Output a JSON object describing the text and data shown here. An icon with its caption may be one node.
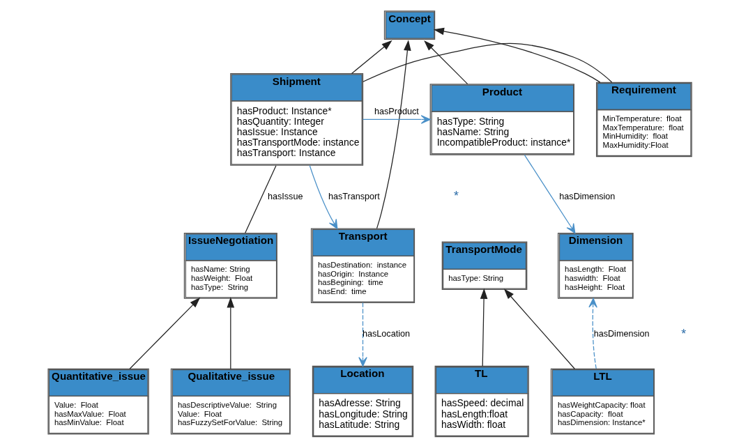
{
  "diagram": {
    "nodes": [
      {
        "text": [
          "Concept"
        ]
      },
      {
        "text": [
          "Product",
          "hasType: String",
          "hasName: String",
          "IncompatibleProduct: instance*"
        ]
      },
      {
        "text": [
          "Shipment",
          "hasProduct: Instance*",
          "hasQuantity: Integer",
          "hasIssue: Instance",
          "hasTransportMode: instance",
          "hasTransport: Instance"
        ]
      },
      {
        "text": [
          "Requirement",
          "MinTemperature:  float",
          "MaxTemperature:  float",
          "MinHumidity:  float",
          "MaxHumidity:Float"
        ]
      },
      {
        "text": [
          "Dimension",
          "hasLength:  Float",
          "haswidth:  Float",
          "hasHeight:  Float"
        ]
      },
      {
        "text": [
          "Transport",
          "hasDestination:  instance",
          "hasOrigin:  Instance",
          "hasBegining:  time",
          "hasEnd:  time"
        ]
      },
      {
        "text": [
          "IssueNegotiation",
          "hasName: String",
          "hasWeight:  Float",
          "hasType:  String"
        ]
      },
      {
        "text": [
          "TransportMode",
          "hasType: String"
        ]
      },
      {
        "text": [
          "LTL",
          "hasWeightCapacity: float",
          "hasCapacity:  float",
          "hasDimension: Instance*"
        ]
      },
      {
        "text": [
          "TL",
          "hasSpeed: decimal",
          "hasLength:float",
          "hasWidth: float"
        ]
      },
      {
        "text": [
          "Location",
          "hasAdresse: String",
          "hasLongitude: String",
          "hasLatitude: String"
        ]
      },
      {
        "text": [
          "Quantitative_issue",
          "Value:  Float",
          "hasMaxValue:  Float",
          "hasMinValue:  Float"
        ]
      },
      {
        "text": [
          "Qualitative_issue",
          "hasDescriptiveValue:  String",
          "Value:  Float",
          "hasFuzzySetForValue:  String"
        ]
      }
    ],
    "edges": [
      {
        "from": 1,
        "to": 0,
        "arrow": "to"
      },
      {
        "from": 5,
        "to": 0,
        "arrow": "to"
      },
      {
        "from": 2,
        "to": 0,
        "arrow": "to"
      },
      {
        "from": 3,
        "to": 0,
        "arrow": "to"
      },
      {
        "from": 2,
        "to": 3,
        "arrow": "none"
      },
      {
        "from": 2,
        "to": 1,
        "arrow": "to",
        "label": "hasProduct",
        "color": "#4a90c8"
      },
      {
        "from": 1,
        "to": 4,
        "arrow": "to",
        "label": "hasDimension",
        "color": "#4a90c8"
      },
      {
        "from": 2,
        "to": 5,
        "arrow": "to",
        "label": "hasTransport",
        "color": "#4a90c8"
      },
      {
        "from": 2,
        "to": 6,
        "arrow": "none",
        "label": "hasIssue"
      },
      {
        "from": 8,
        "to": 7,
        "arrow": "to"
      },
      {
        "from": 9,
        "to": 7,
        "arrow": "to"
      },
      {
        "from": 5,
        "to": 10,
        "arrow": "to",
        "label": "hasLocation",
        "style": "dashed",
        "color": "#4a90c8"
      },
      {
        "from": 11,
        "to": 6,
        "arrow": "to"
      },
      {
        "from": 12,
        "to": 6,
        "arrow": "to"
      },
      {
        "from": 8,
        "to": 4,
        "arrow": "to",
        "label": "hasDimension",
        "style": "dashed",
        "color": "#4a90c8"
      }
    ],
    "labels": [
      "*",
      "*"
    ]
  }
}
